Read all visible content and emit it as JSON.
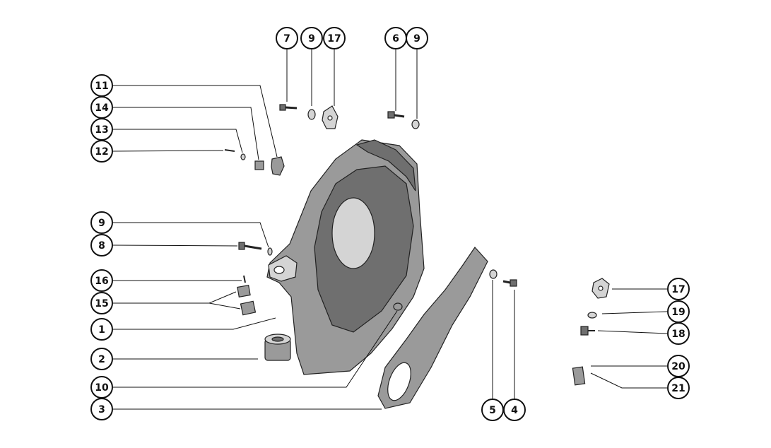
{
  "colors": {
    "ink": "#111111",
    "part_fill": "#9a9a9a",
    "part_shadow": "#6f6f6f",
    "background": "#ffffff"
  },
  "callouts": {
    "c7": "7",
    "c9a": "9",
    "c17a": "17",
    "c6": "6",
    "c9b": "9",
    "c11": "11",
    "c14": "14",
    "c13": "13",
    "c12": "12",
    "c9c": "9",
    "c8": "8",
    "c16": "16",
    "c15": "15",
    "c1": "1",
    "c2": "2",
    "c10": "10",
    "c3": "3",
    "c5": "5",
    "c4": "4",
    "c17b": "17",
    "c19": "19",
    "c18": "18",
    "c20": "20",
    "c21": "21"
  }
}
